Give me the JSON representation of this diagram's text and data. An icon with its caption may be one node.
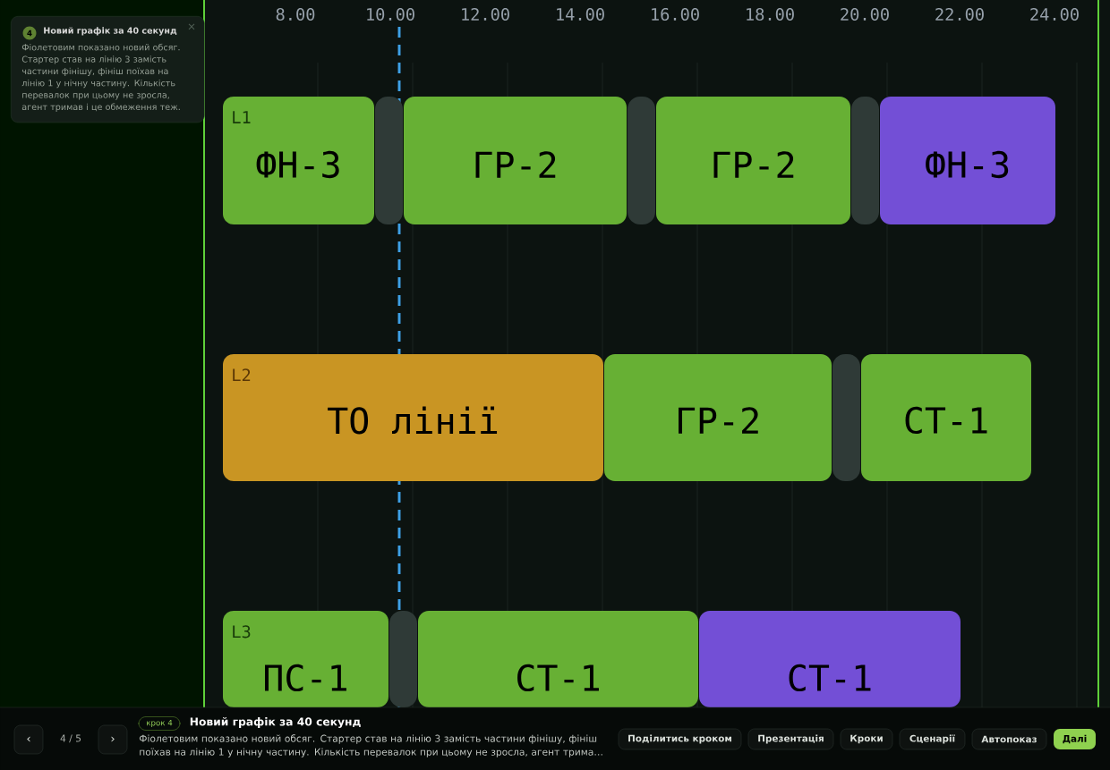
{
  "diagram": {
    "nodes": [
      {
        "text": [
          "Новий графік за 40 секунд",
          "Фіолетовим показано новий обсяг. Стартер став на лінію 3 замість частини фінішу, фініш поїхав на лінію 1 у нічну частину. Кількість перевалок при цьому не зросла, агент тримав і це обмеження теж."
        ]
      },
      {
        "text": [
          "4"
        ],
        "in": 0
      },
      {
        "text": [
          "ФН-3"
        ]
      },
      {
        "text": [],
        "shape": "bar"
      },
      {
        "text": [
          "ГР-2"
        ]
      },
      {
        "text": [],
        "shape": "bar"
      },
      {
        "text": [
          "ГР-2"
        ]
      },
      {
        "text": [],
        "shape": "bar"
      },
      {
        "text": [
          "ФН-3"
        ]
      },
      {
        "text": [
          "ТО лінії"
        ]
      },
      {
        "text": [
          "ГР-2"
        ]
      },
      {
        "text": [],
        "shape": "bar"
      },
      {
        "text": [
          "СТ-1"
        ]
      },
      {
        "text": [
          "ПС-1"
        ]
      },
      {
        "text": [],
        "shape": "bar"
      },
      {
        "text": [
          "СТ-1"
        ]
      },
      {
        "text": [
          "СТ-1"
        ]
      },
      {
        "text": [
          "‹"
        ]
      },
      {
        "text": [
          "›"
        ]
      },
      {
        "text": [
          "крок 4"
        ]
      },
      {
        "text": [
          "Поділитись кроком"
        ]
      },
      {
        "text": [
          "Презентація"
        ]
      },
      {
        "text": [
          "Кроки"
        ]
      },
      {
        "text": [
          "Сценарії"
        ]
      },
      {
        "text": [
          "Автопоказ"
        ]
      },
      {
        "text": [
          "Далі"
        ]
      }
    ],
    "edges": [],
    "labels": [
      "8.00",
      "10.00",
      "12.00",
      "14.00",
      "16.00",
      "18.00",
      "20.00",
      "22.00",
      "24.00",
      "L1",
      "L2",
      "L3",
      "×",
      "4 / 5",
      "Новий графік за 40 секунд",
      "Фіолетовим показано новий обсяг. Стартер став на лінію 3 замість частини фінішу, фініш поїхав на лінію 1 у нічну частину. Кількість перевалок при цьому не зросла, агент трима…"
    ]
  }
}
